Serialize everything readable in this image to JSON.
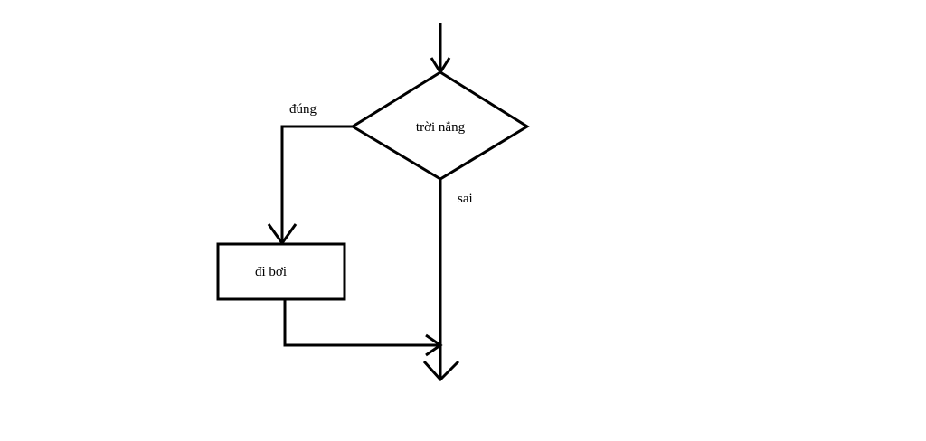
{
  "diagram": {
    "type": "flowchart",
    "decision": {
      "label": "trời nắng"
    },
    "process": {
      "label": "đi bơi"
    },
    "edges": {
      "true_label": "đúng",
      "false_label": "sai"
    },
    "colors": {
      "stroke": "#000000",
      "background": "#ffffff"
    }
  }
}
